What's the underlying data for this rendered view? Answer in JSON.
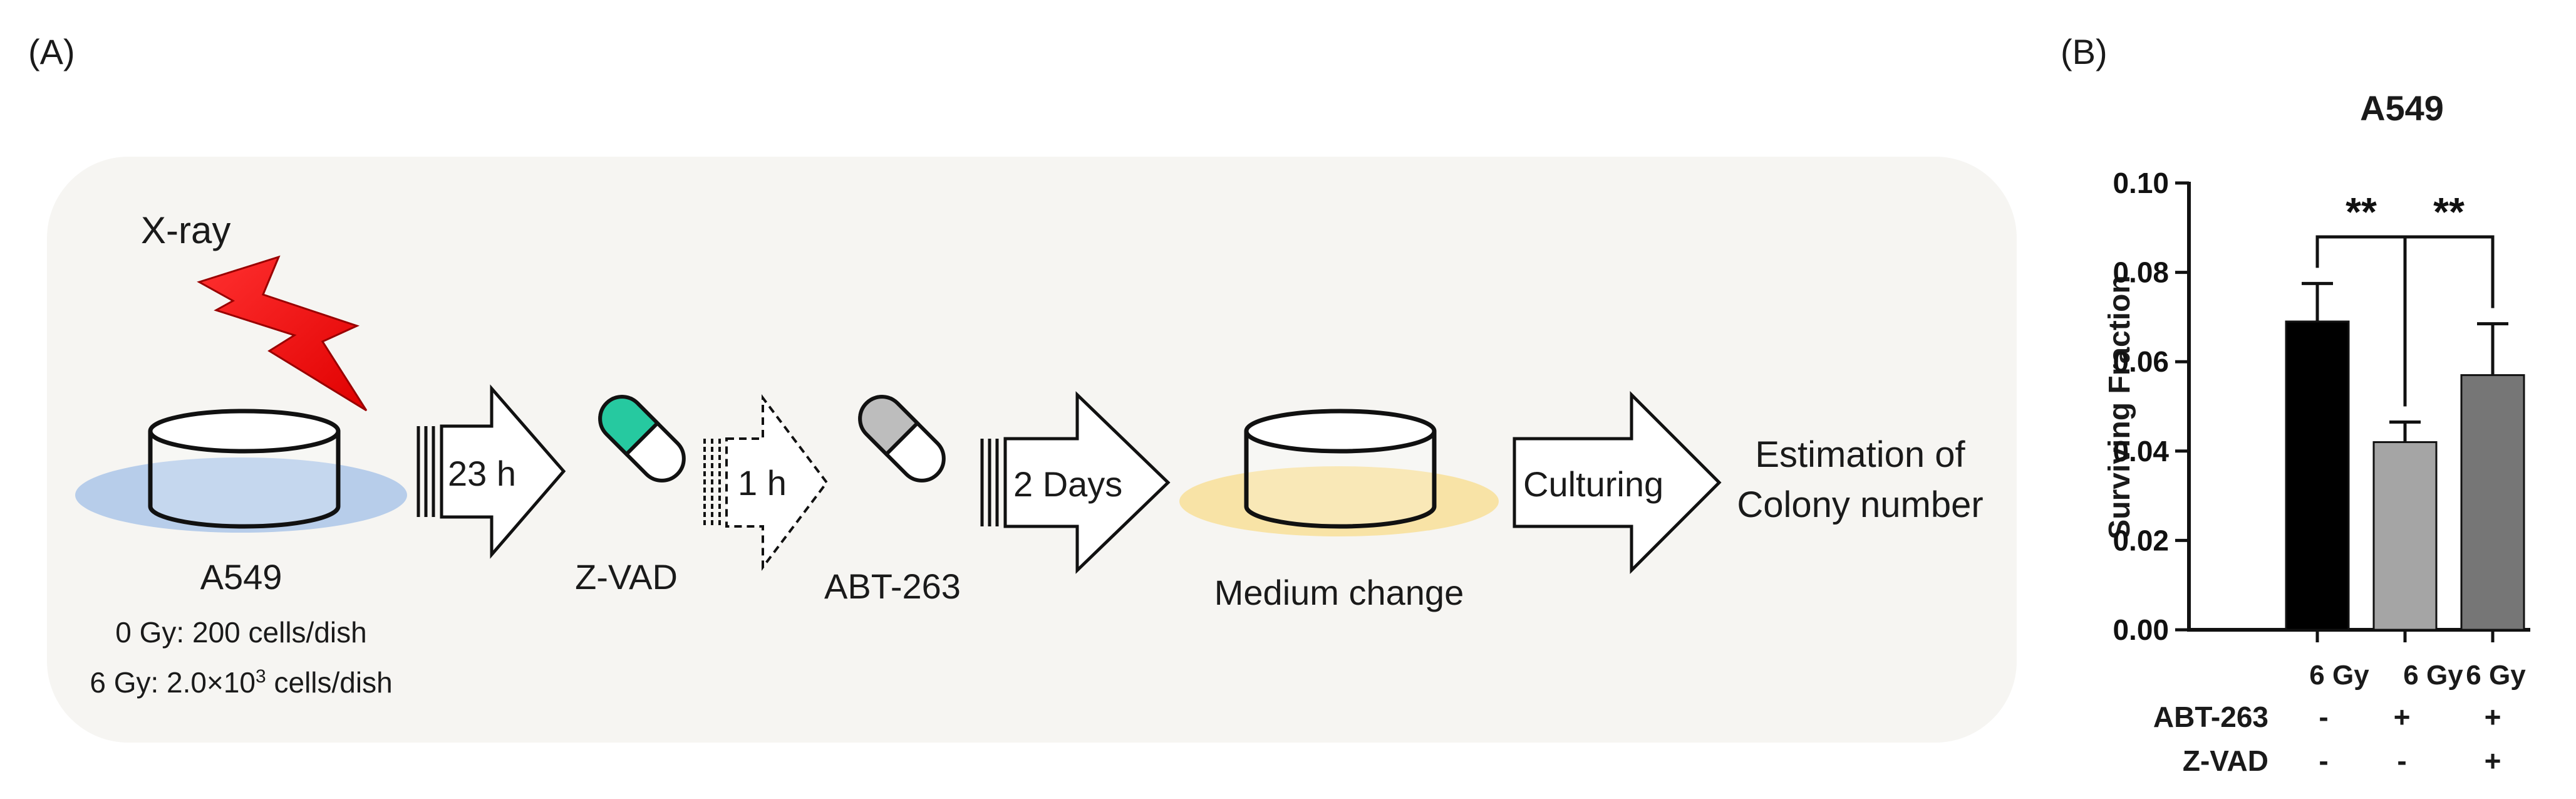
{
  "panel_a": {
    "label": "(A)",
    "xray": "X-ray",
    "cell_line": "A549",
    "density_0gy": "0 Gy: 200 cells/dish",
    "density_6gy_prefix": "6 Gy: 2.0×10",
    "density_6gy_exp": "3",
    "density_6gy_suffix": " cells/dish",
    "step1_time": "23 h",
    "drug1": "Z-VAD",
    "step2_time": "1 h",
    "drug2": "ABT-263",
    "step3_time": "2 Days",
    "medium": "Medium change",
    "step4": "Culturing",
    "result_line1": "Estimation of",
    "result_line2": "Colony number",
    "colors": {
      "lightning": "#ff1a1a",
      "dish_base": "#b7cdea",
      "dish_base2": "#f8e3a6",
      "zvad": "#26c9a0",
      "abt": "#bdbdbd"
    }
  },
  "panel_b": {
    "label": "(B)",
    "title": "A549",
    "ylabel": "Surviving Fraction",
    "yticks": [
      "0.00",
      "0.02",
      "0.04",
      "0.06",
      "0.08",
      "0.10"
    ],
    "xcat": [
      "6 Gy",
      "6 Gy",
      "6 Gy"
    ],
    "row1_label": "ABT-263",
    "row1": [
      "-",
      "+",
      "+"
    ],
    "row2_label": "Z-VAD",
    "row2": [
      "-",
      "-",
      "+"
    ],
    "sig": [
      "**",
      "**"
    ]
  },
  "chart_data": {
    "type": "bar",
    "title": "A549",
    "ylabel": "Surviving Fraction",
    "xlabel": "",
    "categories": [
      "6 Gy",
      "6 Gy",
      "6 Gy"
    ],
    "values": [
      0.069,
      0.042,
      0.057
    ],
    "errors": [
      0.0085,
      0.0045,
      0.0115
    ],
    "colors": [
      "#000000",
      "#a5a5a5",
      "#767676"
    ],
    "ylim": [
      0,
      0.1
    ],
    "grid": false,
    "treatments": {
      "ABT-263": [
        "-",
        "+",
        "+"
      ],
      "Z-VAD": [
        "-",
        "-",
        "+"
      ]
    },
    "significance": [
      {
        "between": [
          0,
          1
        ],
        "label": "**"
      },
      {
        "between": [
          1,
          2
        ],
        "label": "**"
      }
    ]
  }
}
